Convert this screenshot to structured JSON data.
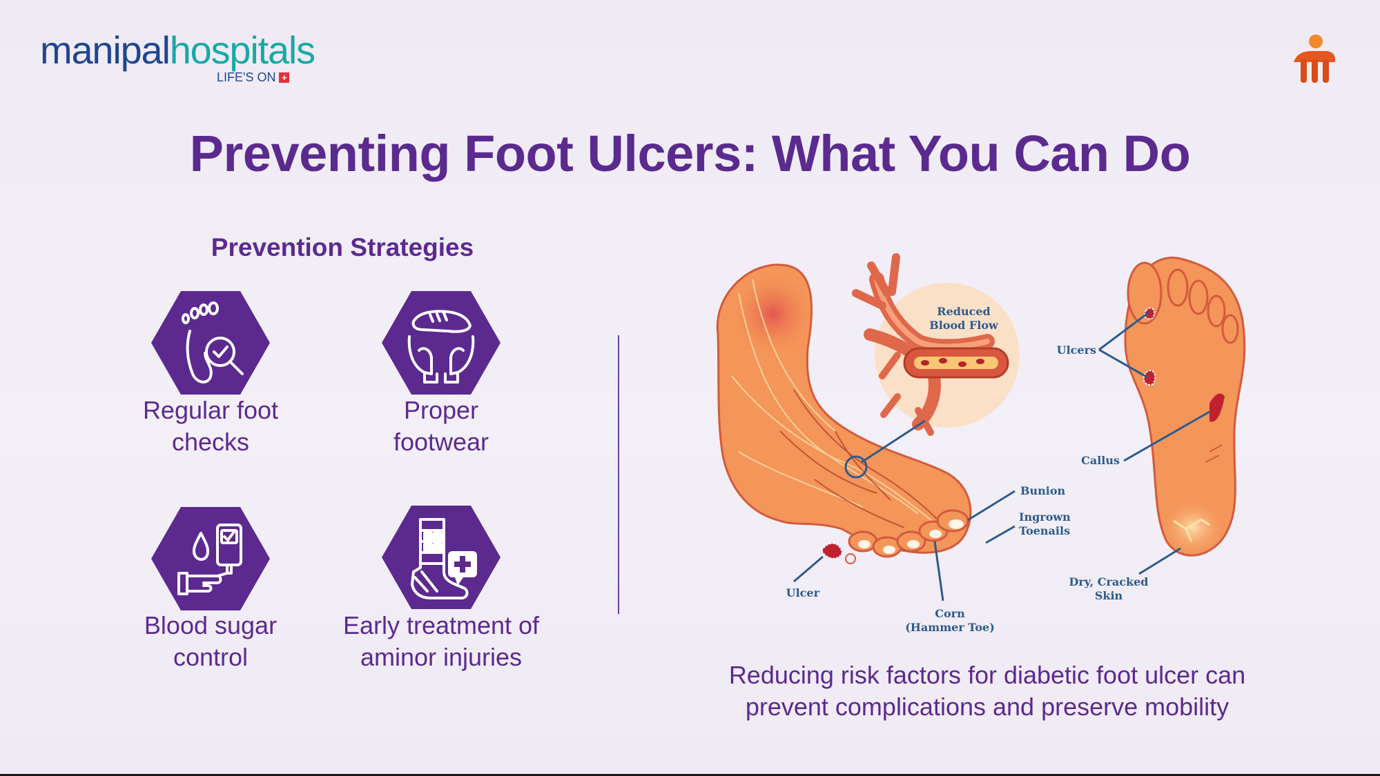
{
  "brand": {
    "name_part1": "manipal",
    "name_part2": "hospitals",
    "tagline": "LIFE'S ON",
    "tagline_badge": "+",
    "colors": {
      "navy": "#1e4690",
      "teal": "#18a9a6",
      "red": "#e23139"
    }
  },
  "title": "Preventing Foot Ulcers: What You Can Do",
  "strategies": {
    "heading": "Prevention Strategies",
    "items": [
      {
        "label_line1": "Regular foot",
        "label_line2": "checks",
        "icon": "foot-magnifier-icon"
      },
      {
        "label_line1": "Proper",
        "label_line2": "footwear",
        "icon": "shoe-in-hands-icon"
      },
      {
        "label_line1": "Blood sugar",
        "label_line2": "control",
        "icon": "glucose-meter-icon"
      },
      {
        "label_line1": "Early treatment of",
        "label_line2": "aminor injuries",
        "icon": "bandaged-foot-icon"
      }
    ]
  },
  "illustration": {
    "annotations": {
      "reduced_1": "Reduced",
      "reduced_2": "Blood Flow",
      "ulcers": "Ulcers",
      "callus": "Callus",
      "bunion": "Bunion",
      "ingrown_1": "Ingrown",
      "ingrown_2": "Toenails",
      "dry_1": "Dry, Cracked",
      "dry_2": "Skin",
      "ulcer": "Ulcer",
      "corn_1": "Corn",
      "corn_2": "(Hammer Toe)"
    }
  },
  "caption": {
    "line1": "Reducing risk factors for diabetic foot ulcer can",
    "line2": "prevent complications and preserve mobility"
  },
  "colors": {
    "purple": "#5b2a8e",
    "hex_fill": "#5c2a8f",
    "orange": "#e07a3c",
    "annotation": "#2c5a8c"
  }
}
